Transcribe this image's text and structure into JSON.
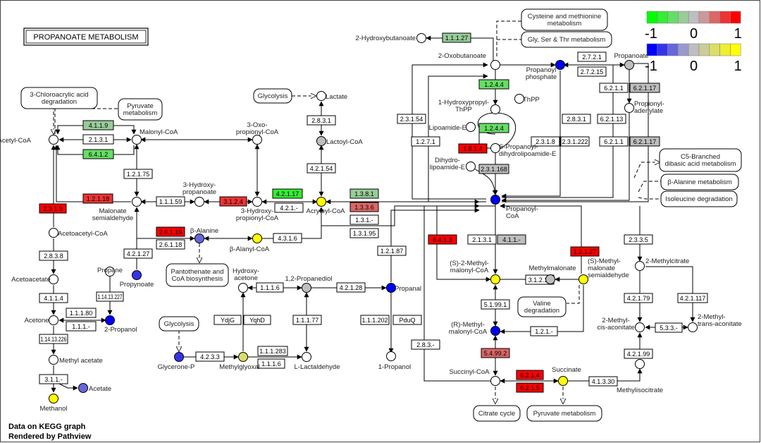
{
  "title": "PROPANOATE METABOLISM",
  "footer": [
    "Data on KEGG graph",
    "Rendered by Pathview"
  ],
  "legends": [
    {
      "colors": [
        "#00ff00",
        "#33ee33",
        "#66dd66",
        "#99cc99",
        "#bebebe",
        "#cc9999",
        "#dd6666",
        "#ee3333",
        "#ff0000"
      ],
      "ticks": [
        "-1",
        "0",
        "1"
      ]
    },
    {
      "colors": [
        "#0000ff",
        "#3333ee",
        "#6666dd",
        "#9999cc",
        "#bebebe",
        "#cccc99",
        "#dddd66",
        "#eeee33",
        "#ffff00"
      ],
      "ticks": [
        "-1",
        "0",
        "1"
      ]
    }
  ],
  "compounds": [
    {
      "id": "acetyl-coa",
      "label": "Acetyl-CoA",
      "color": "#ffffff"
    },
    {
      "id": "malonyl-coa",
      "label": "Malonyl-CoA",
      "color": "#ffffff"
    },
    {
      "id": "oxopropionyl",
      "label": "3-Oxo-\npropionyl-CoA",
      "color": "#ffffff"
    },
    {
      "id": "lactate",
      "label": "Lactate",
      "color": "#ffffff"
    },
    {
      "id": "lactoyl-coa",
      "label": "Lactoyl-CoA",
      "color": "#bebebe"
    },
    {
      "id": "hydroxypropanoate",
      "label": "3-Hydroxy-\npropanoate",
      "color": "#ffffff"
    },
    {
      "id": "malonate-sa",
      "label": "Malonate\nsemialdehyde",
      "color": "#ffffff"
    },
    {
      "id": "hydroxypropionyl",
      "label": "3-Hydroxy-\npropionyl-CoA",
      "color": "#ffffff"
    },
    {
      "id": "acryloyl-coa",
      "label": "Acryloyl-CoA",
      "color": "#ffff00"
    },
    {
      "id": "beta-alanine",
      "label": "β-Alanine",
      "color": "#6666dd"
    },
    {
      "id": "beta-alanyl-coa",
      "label": "β-Alanyl-CoA",
      "color": "#ffff00"
    },
    {
      "id": "acetoacetyl-coa",
      "label": "Acetoacetyl-CoA",
      "color": "#ffffff"
    },
    {
      "id": "acetoacetate",
      "label": "Acetoacetate",
      "color": "#ffffff"
    },
    {
      "id": "acetone",
      "label": "Acetone",
      "color": "#ffffff"
    },
    {
      "id": "methyl-acetate",
      "label": "Methyl acetate",
      "color": "#ffffff"
    },
    {
      "id": "methanol",
      "label": "Methanol",
      "color": "#ffff00"
    },
    {
      "id": "acetate",
      "label": "Acetate",
      "color": "#6666dd"
    },
    {
      "id": "propane",
      "label": "Propane",
      "color": "#ffffff"
    },
    {
      "id": "propynoate",
      "label": "Propynoate",
      "color": "#3333ee"
    },
    {
      "id": "2-propanol",
      "label": "2-Propanol",
      "color": "#0000ff"
    },
    {
      "id": "hydroxyacetone",
      "label": "Hydroxy-\nacetone",
      "color": "#ffffff"
    },
    {
      "id": "propanediol",
      "label": "1,2-Propanediol",
      "color": "#bebebe"
    },
    {
      "id": "propanal",
      "label": "Propanal",
      "color": "#0000ff"
    },
    {
      "id": "1-propanol",
      "label": "1-Propanol",
      "color": "#ffffff"
    },
    {
      "id": "glycerone-p",
      "label": "Glycerone-P",
      "color": "#3333ee"
    },
    {
      "id": "methylglyoxal",
      "label": "Methylglyoxal",
      "color": "#dddd66"
    },
    {
      "id": "l-lactaldehyde",
      "label": "L-Lactaldehyde",
      "color": "#ffffff"
    },
    {
      "id": "2-hydroxybutanoate",
      "label": "2-Hydroxybutanoate",
      "color": "#ffffff"
    },
    {
      "id": "2-oxobutanoate",
      "label": "2-Oxobutanoate",
      "color": "#ffffff"
    },
    {
      "id": "propanoyl-p",
      "label": "Propanoyl\nphosphate",
      "color": "#0000ff"
    },
    {
      "id": "propanoate",
      "label": "Propanoate",
      "color": "#bebebe"
    },
    {
      "id": "propionyl-adenylate",
      "label": "Propionyl-\nadenylate",
      "color": "#ffffff"
    },
    {
      "id": "hydroxypropyl-thpp",
      "label": "1-Hydroxypropyl-\nThPP",
      "color": "#ffffff"
    },
    {
      "id": "thpp",
      "label": "ThPP",
      "color": "#ffffff"
    },
    {
      "id": "lipoamide-e",
      "label": "Lipoamide-E",
      "color": "#ffffff"
    },
    {
      "id": "s-propanoyl",
      "label": "S-Propanoyl-\ndihydrolipoamide-E",
      "color": "#ffffff"
    },
    {
      "id": "dihydrolipoamide-e",
      "label": "Dihydro-\nlipoamide-E",
      "color": "#ffffff"
    },
    {
      "id": "propanoyl-coa",
      "label": "Propanoyl-\nCoA",
      "color": "#0000ff"
    },
    {
      "id": "s-methylmalonyl",
      "label": "(S)-2-Methyl-\nmalonyl-CoA",
      "color": "#ffff00"
    },
    {
      "id": "methylmalonate",
      "label": "Methylmalonate",
      "color": "#bebebe"
    },
    {
      "id": "s-methylmalonate-sa",
      "label": "(S)-Methyl-\nmalonate\nsemialdehyde",
      "color": "#ffff00"
    },
    {
      "id": "r-methylmalonyl",
      "label": "(R)-Methyl-\nmalonyl-CoA",
      "color": "#0000ff"
    },
    {
      "id": "succinyl-coa",
      "label": "Succinyl-CoA",
      "color": "#ffffff"
    },
    {
      "id": "succinate",
      "label": "Succinate",
      "color": "#ffff00"
    },
    {
      "id": "2-methylcitrate",
      "label": "2-Methylcitrate",
      "color": "#ffffff"
    },
    {
      "id": "2-methyl-cis-aconitate",
      "label": "2-Methyl-\ncis-aconitate",
      "color": "#ffffff"
    },
    {
      "id": "2-methyl-trans-aconitate",
      "label": "2-Methyl-\ntrans-aconitate",
      "color": "#ffffff"
    },
    {
      "id": "methylisocitrate",
      "label": "Methylisocitrate",
      "color": "#ffffff"
    }
  ],
  "enzymes": [
    {
      "label": "4.1.1.9",
      "color": "#99cc99"
    },
    {
      "label": "2.1.3.1",
      "color": "#ffffff"
    },
    {
      "label": "6.4.1.2",
      "color": "#66dd66"
    },
    {
      "label": "1.2.1.75",
      "color": "#ffffff"
    },
    {
      "label": "1.2.1.18",
      "color": "#ee3333"
    },
    {
      "label": "2.3.1.9",
      "color": "#ff0000"
    },
    {
      "label": "1.1.1.59",
      "color": "#ffffff"
    },
    {
      "label": "3.1.2.4",
      "color": "#ee3333"
    },
    {
      "label": "4.2.1.17",
      "color": "#33ee33"
    },
    {
      "label": "4.2.1.-",
      "color": "#ffffff"
    },
    {
      "label": "1.3.8.1",
      "color": "#99cc99"
    },
    {
      "label": "1.3.3.6",
      "color": "#dd6666"
    },
    {
      "label": "1.3.1.-",
      "color": "#ffffff"
    },
    {
      "label": "1.3.1.95",
      "color": "#ffffff"
    },
    {
      "label": "2.8.3.1",
      "color": "#ffffff"
    },
    {
      "label": "4.2.1.54",
      "color": "#ffffff"
    },
    {
      "label": "2.6.1.19",
      "color": "#ff0000"
    },
    {
      "label": "2.6.1.18",
      "color": "#ffffff"
    },
    {
      "label": "4.3.1.6",
      "color": "#ffffff"
    },
    {
      "label": "4.2.1.27",
      "color": "#ffffff"
    },
    {
      "label": "2.8.3.8",
      "color": "#ffffff"
    },
    {
      "label": "4.1.1.4",
      "color": "#ffffff"
    },
    {
      "label": "1.1.1.80",
      "color": "#ffffff"
    },
    {
      "label": "1.1.1.-",
      "color": "#ffffff"
    },
    {
      "label": "1.14.13.226",
      "color": "#ffffff"
    },
    {
      "label": "3.1.1.-",
      "color": "#ffffff"
    },
    {
      "label": "1.14.13.227",
      "color": "#ffffff"
    },
    {
      "label": "1.1.1.6",
      "color": "#ffffff"
    },
    {
      "label": "4.2.1.28",
      "color": "#ffffff"
    },
    {
      "label": "YdjG",
      "color": "#ffffff"
    },
    {
      "label": "YqhD",
      "color": "#ffffff"
    },
    {
      "label": "1.1.1.77",
      "color": "#ffffff"
    },
    {
      "label": "1.1.1.202",
      "color": "#ffffff"
    },
    {
      "label": "PduQ",
      "color": "#ffffff"
    },
    {
      "label": "1.2.1.87",
      "color": "#ffffff"
    },
    {
      "label": "4.2.3.3",
      "color": "#ffffff"
    },
    {
      "label": "1.1.1.283",
      "color": "#ffffff"
    },
    {
      "label": "1.1.1.6",
      "color": "#ffffff"
    },
    {
      "label": "1.1.1.27",
      "color": "#99cc99"
    },
    {
      "label": "1.2.4.4",
      "color": "#66dd66"
    },
    {
      "label": "1.2.4.4",
      "color": "#66dd66"
    },
    {
      "label": "1.8.1.4",
      "color": "#ff0000"
    },
    {
      "label": "2.3.1.168",
      "color": "#bebebe"
    },
    {
      "label": "2.3.1.54",
      "color": "#ffffff"
    },
    {
      "label": "1.2.7.1",
      "color": "#ffffff"
    },
    {
      "label": "2.3.1.8",
      "color": "#ffffff"
    },
    {
      "label": "2.3.1.222",
      "color": "#ffffff"
    },
    {
      "label": "2.7.2.1",
      "color": "#ffffff"
    },
    {
      "label": "2.7.2.15",
      "color": "#ffffff"
    },
    {
      "label": "6.2.1.1",
      "color": "#ffffff"
    },
    {
      "label": "6.2.1.17",
      "color": "#bebebe"
    },
    {
      "label": "2.8.3.1",
      "color": "#ffffff"
    },
    {
      "label": "6.2.1.13",
      "color": "#ffffff"
    },
    {
      "label": "6.2.1.1",
      "color": "#ffffff"
    },
    {
      "label": "6.2.1.17",
      "color": "#bebebe"
    },
    {
      "label": "6.4.1.3",
      "color": "#ff0000"
    },
    {
      "label": "2.1.3.1",
      "color": "#ffffff"
    },
    {
      "label": "4.1.1.-",
      "color": "#bebebe"
    },
    {
      "label": "1.2.1.27",
      "color": "#ff0000"
    },
    {
      "label": "3.1.2.17",
      "color": "#ffffff"
    },
    {
      "label": "5.1.99.1",
      "color": "#ffffff"
    },
    {
      "label": "1.2.1.-",
      "color": "#ffffff"
    },
    {
      "label": "5.4.99.2",
      "color": "#dd6666"
    },
    {
      "label": "2.8.3.-",
      "color": "#ffffff"
    },
    {
      "label": "6.2.1.4",
      "color": "#ff0000"
    },
    {
      "label": "6.2.1.5",
      "color": "#ff0000"
    },
    {
      "label": "4.1.3.30",
      "color": "#ffffff"
    },
    {
      "label": "2.3.3.5",
      "color": "#ffffff"
    },
    {
      "label": "4.2.1.79",
      "color": "#ffffff"
    },
    {
      "label": "4.2.1.117",
      "color": "#ffffff"
    },
    {
      "label": "5.3.3.-",
      "color": "#ffffff"
    },
    {
      "label": "4.2.1.99",
      "color": "#ffffff"
    }
  ],
  "maps": [
    {
      "label": "3-Chloroacrylic acid\ndegradation"
    },
    {
      "label": "Pyruvate\nmetabolism"
    },
    {
      "label": "Glycolysis"
    },
    {
      "label": "Pantothenate and\nCoA biosynthesis"
    },
    {
      "label": "Glycolysis"
    },
    {
      "label": "Cysteine and methionine\nmetabolism"
    },
    {
      "label": "Gly, Ser & Thr metabolism"
    },
    {
      "label": "C5-Branched\ndibasic acid metabolism"
    },
    {
      "label": "β-Alanine metabolism"
    },
    {
      "label": "Isoleucine degradation"
    },
    {
      "label": "Valine\ndegradation"
    },
    {
      "label": "Citrate cycle"
    },
    {
      "label": "Pyruvate metabolism"
    }
  ]
}
